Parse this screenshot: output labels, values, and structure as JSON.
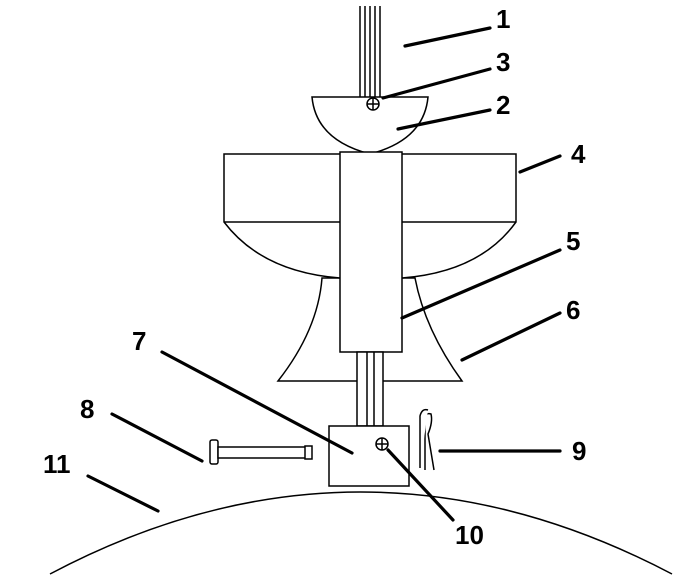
{
  "labels": {
    "c1": "1",
    "c2": "2",
    "c3": "3",
    "c4": "4",
    "c5": "5",
    "c6": "6",
    "c7": "7",
    "c8": "8",
    "c9": "9",
    "c10": "10",
    "c11": "11"
  },
  "colors": {
    "line": "#000000",
    "background": "#ffffff"
  }
}
